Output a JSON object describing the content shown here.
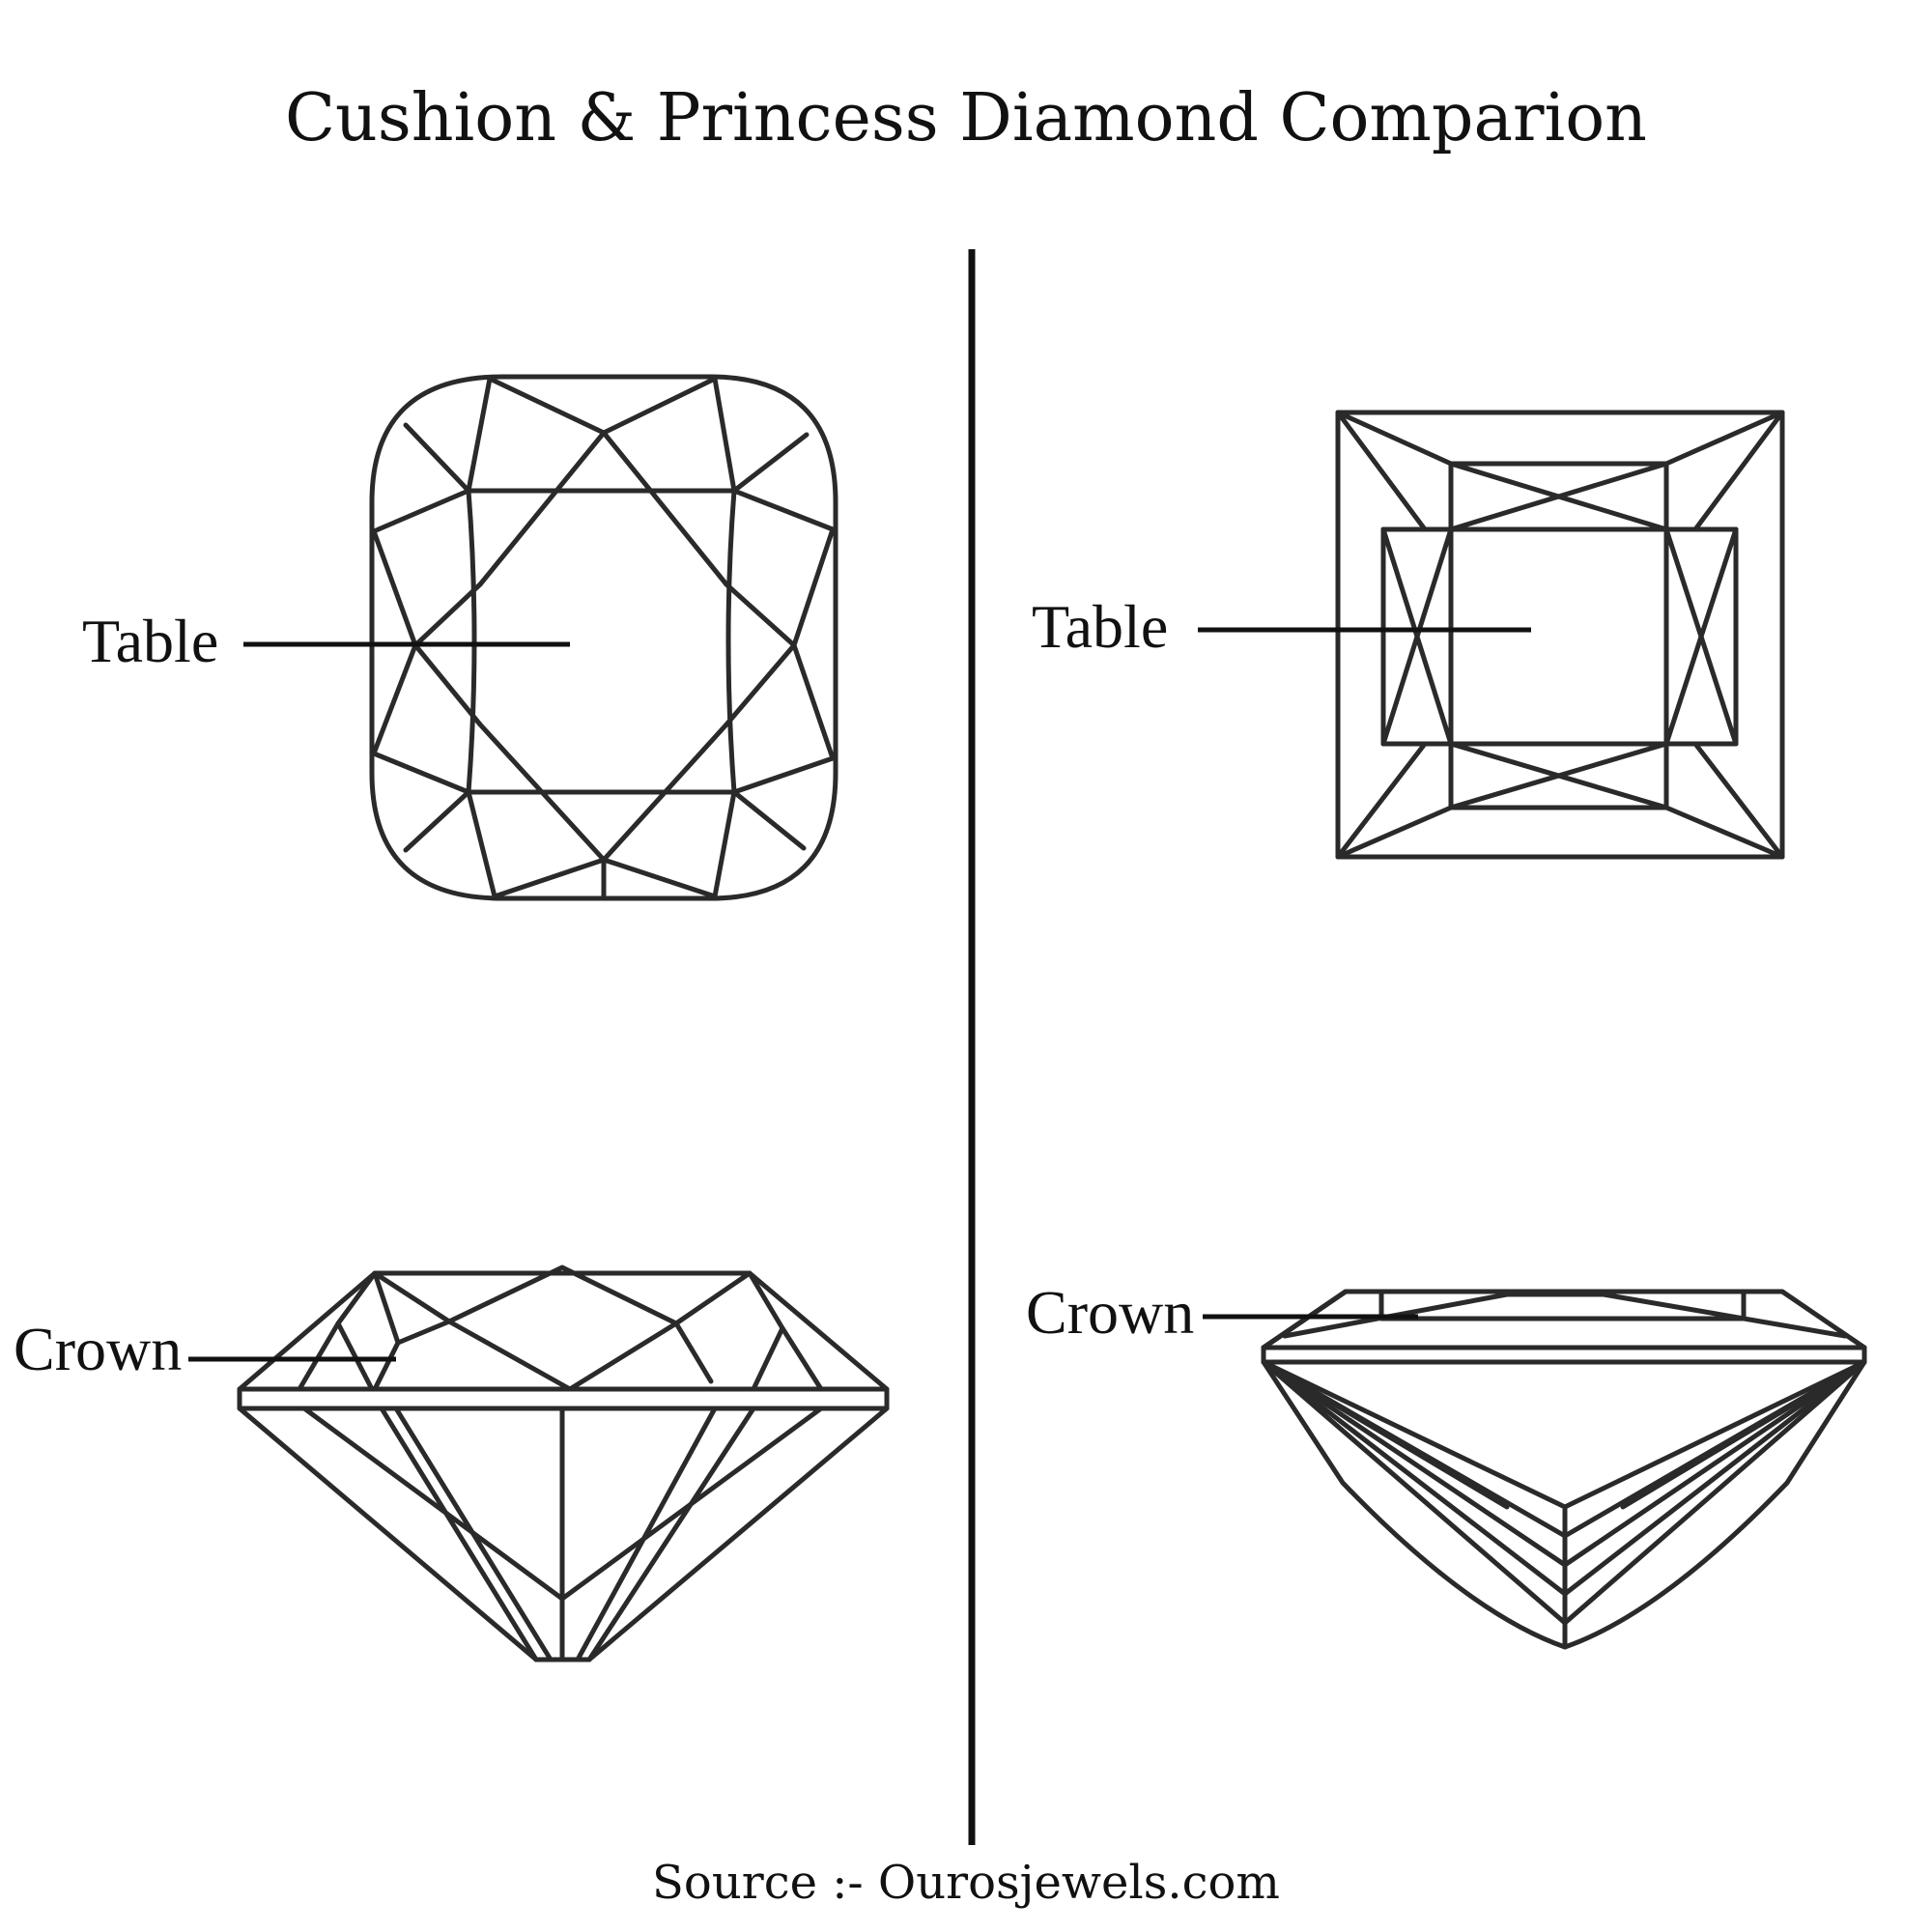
{
  "title": "Cushion & Princess Diamond Comparion",
  "source": "Source :- Ourosjewels.com",
  "colors": {
    "background": "#ffffff",
    "ink": "#111111",
    "line": "#2a2a2a"
  },
  "cushion": {
    "table_label": "Table",
    "crown_label": "Crown"
  },
  "princess": {
    "table_label": "Table",
    "crown_label": "Crown"
  }
}
